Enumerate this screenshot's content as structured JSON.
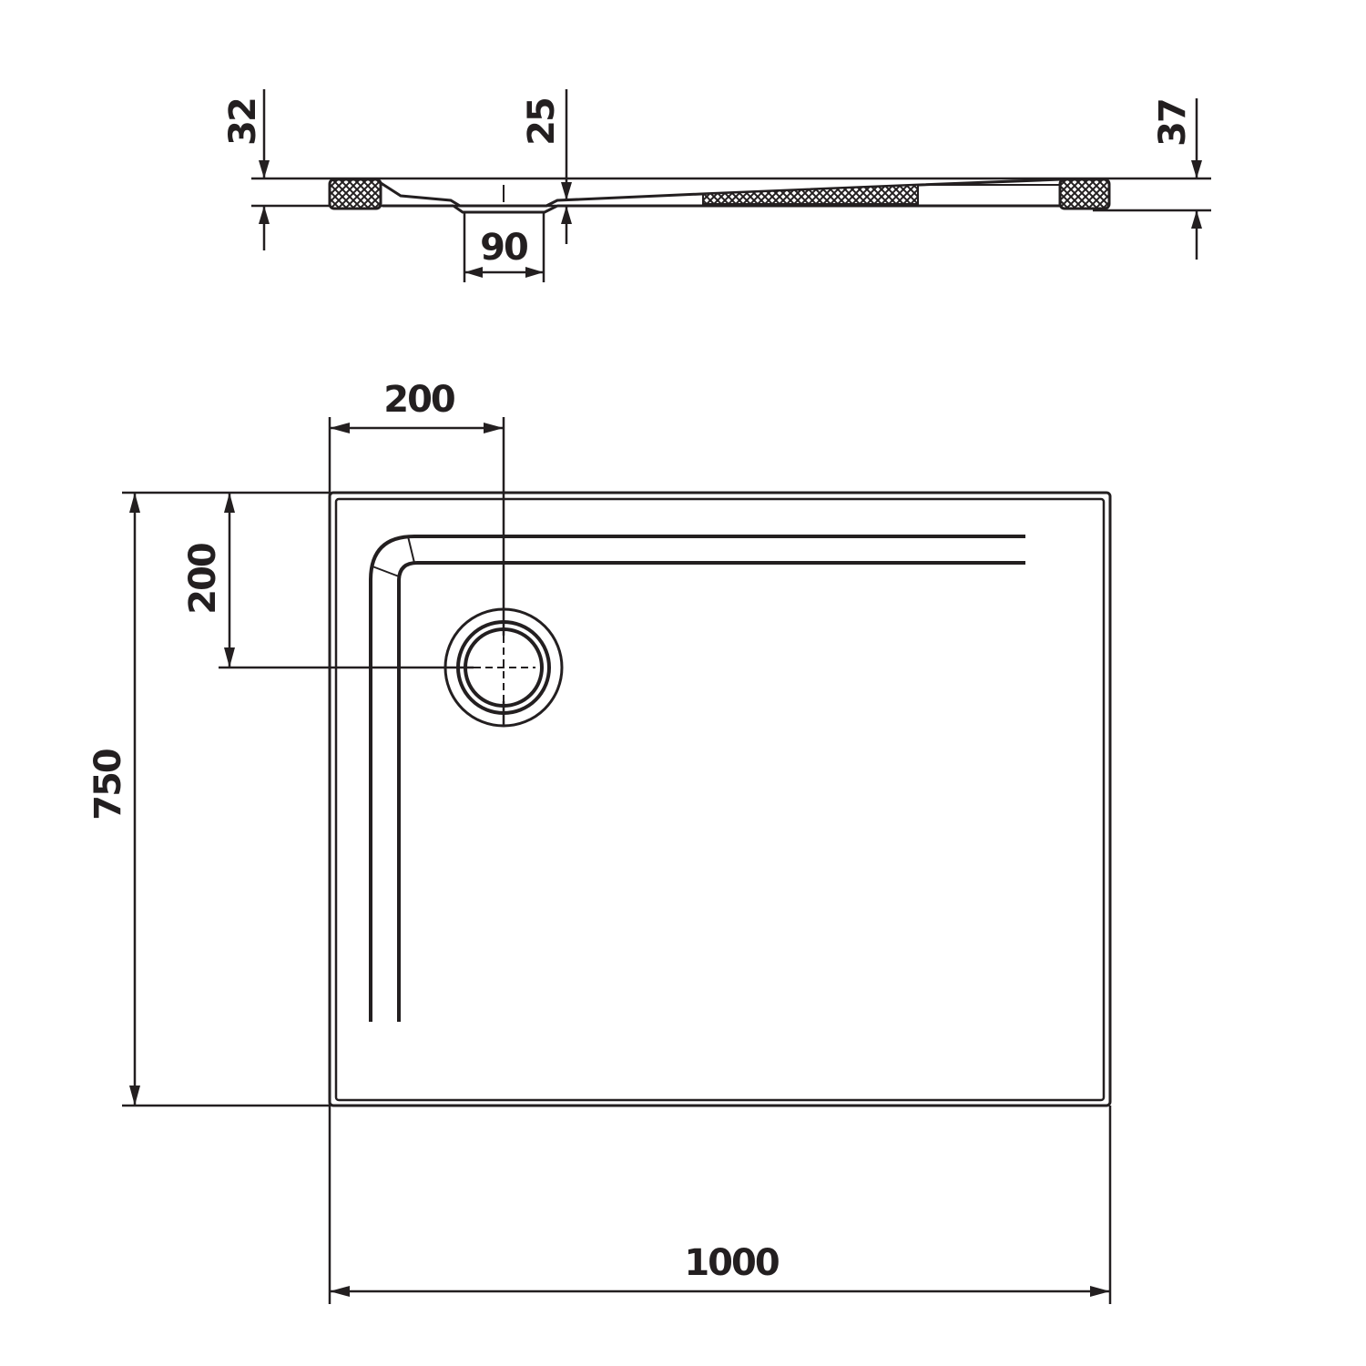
{
  "colors": {
    "ink": "#231f20",
    "background": "#ffffff"
  },
  "side_view": {
    "dim_left_height": "32",
    "dim_drain_depth": "25",
    "dim_right_height": "37",
    "dim_drain_width": "90"
  },
  "top_view": {
    "dim_drain_offset_x": "200",
    "dim_drain_offset_y": "200",
    "dim_depth": "750",
    "dim_width": "1000"
  }
}
